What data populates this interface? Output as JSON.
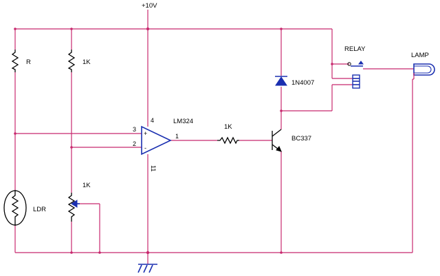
{
  "labels": {
    "supply": "+10V",
    "r": "R",
    "r_top_right": "1K",
    "pot": "1K",
    "ldr": "LDR",
    "opamp": "LM324",
    "pin3": "3",
    "pin2": "2",
    "pin4": "4",
    "pin11": "11",
    "pin1": "1",
    "plus": "+",
    "minus": "-",
    "r_base": "1K",
    "diode": "1N4007",
    "transistor": "BC337",
    "relay": "RELAY",
    "lamp": "LAMP"
  }
}
